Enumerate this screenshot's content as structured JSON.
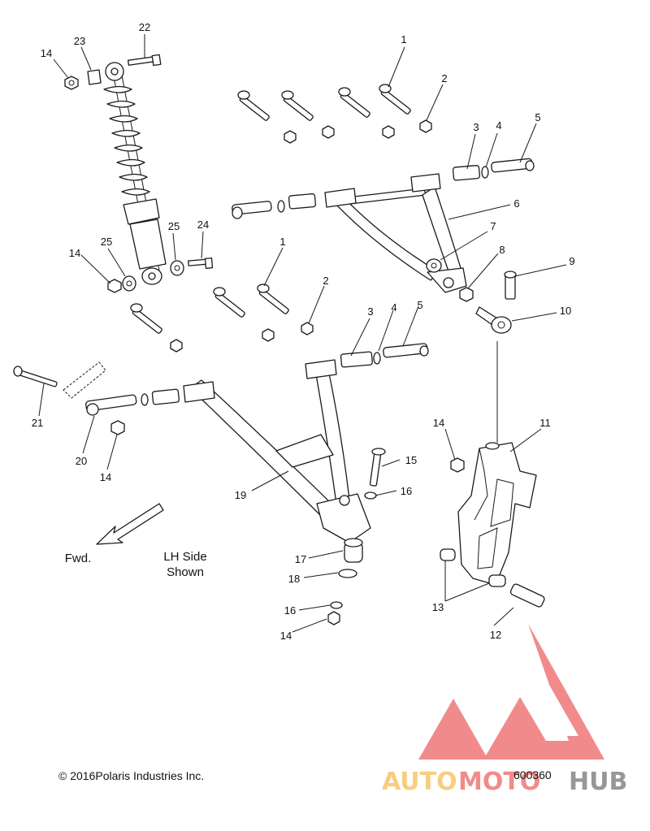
{
  "callouts": {
    "c1a": "1",
    "c1b": "1",
    "c2a": "2",
    "c2b": "2",
    "c3a": "3",
    "c3b": "3",
    "c4a": "4",
    "c4b": "4",
    "c5a": "5",
    "c5b": "5",
    "c6": "6",
    "c7": "7",
    "c8": "8",
    "c9": "9",
    "c10": "10",
    "c11": "11",
    "c12": "12",
    "c13": "13",
    "c14a": "14",
    "c14b": "14",
    "c14c": "14",
    "c14d": "14",
    "c14e": "14",
    "c15": "15",
    "c16a": "16",
    "c16b": "16",
    "c17": "17",
    "c18": "18",
    "c19": "19",
    "c20": "20",
    "c21": "21",
    "c22": "22",
    "c23": "23",
    "c24": "24",
    "c25a": "25",
    "c25b": "25"
  },
  "labels": {
    "fwd": "Fwd.",
    "side_line1": "LH Side",
    "side_line2": "Shown"
  },
  "footer": {
    "copyright": "© 2016Polaris Industries Inc.",
    "diagram_number": "600360"
  },
  "watermark": {
    "brand_auto": "AUTO",
    "brand_moto": "MOTO",
    "brand_hub": "HUB",
    "color_red": "#f07f7f",
    "color_yellow": "#f7c873",
    "color_gray": "#8c8c8c"
  }
}
